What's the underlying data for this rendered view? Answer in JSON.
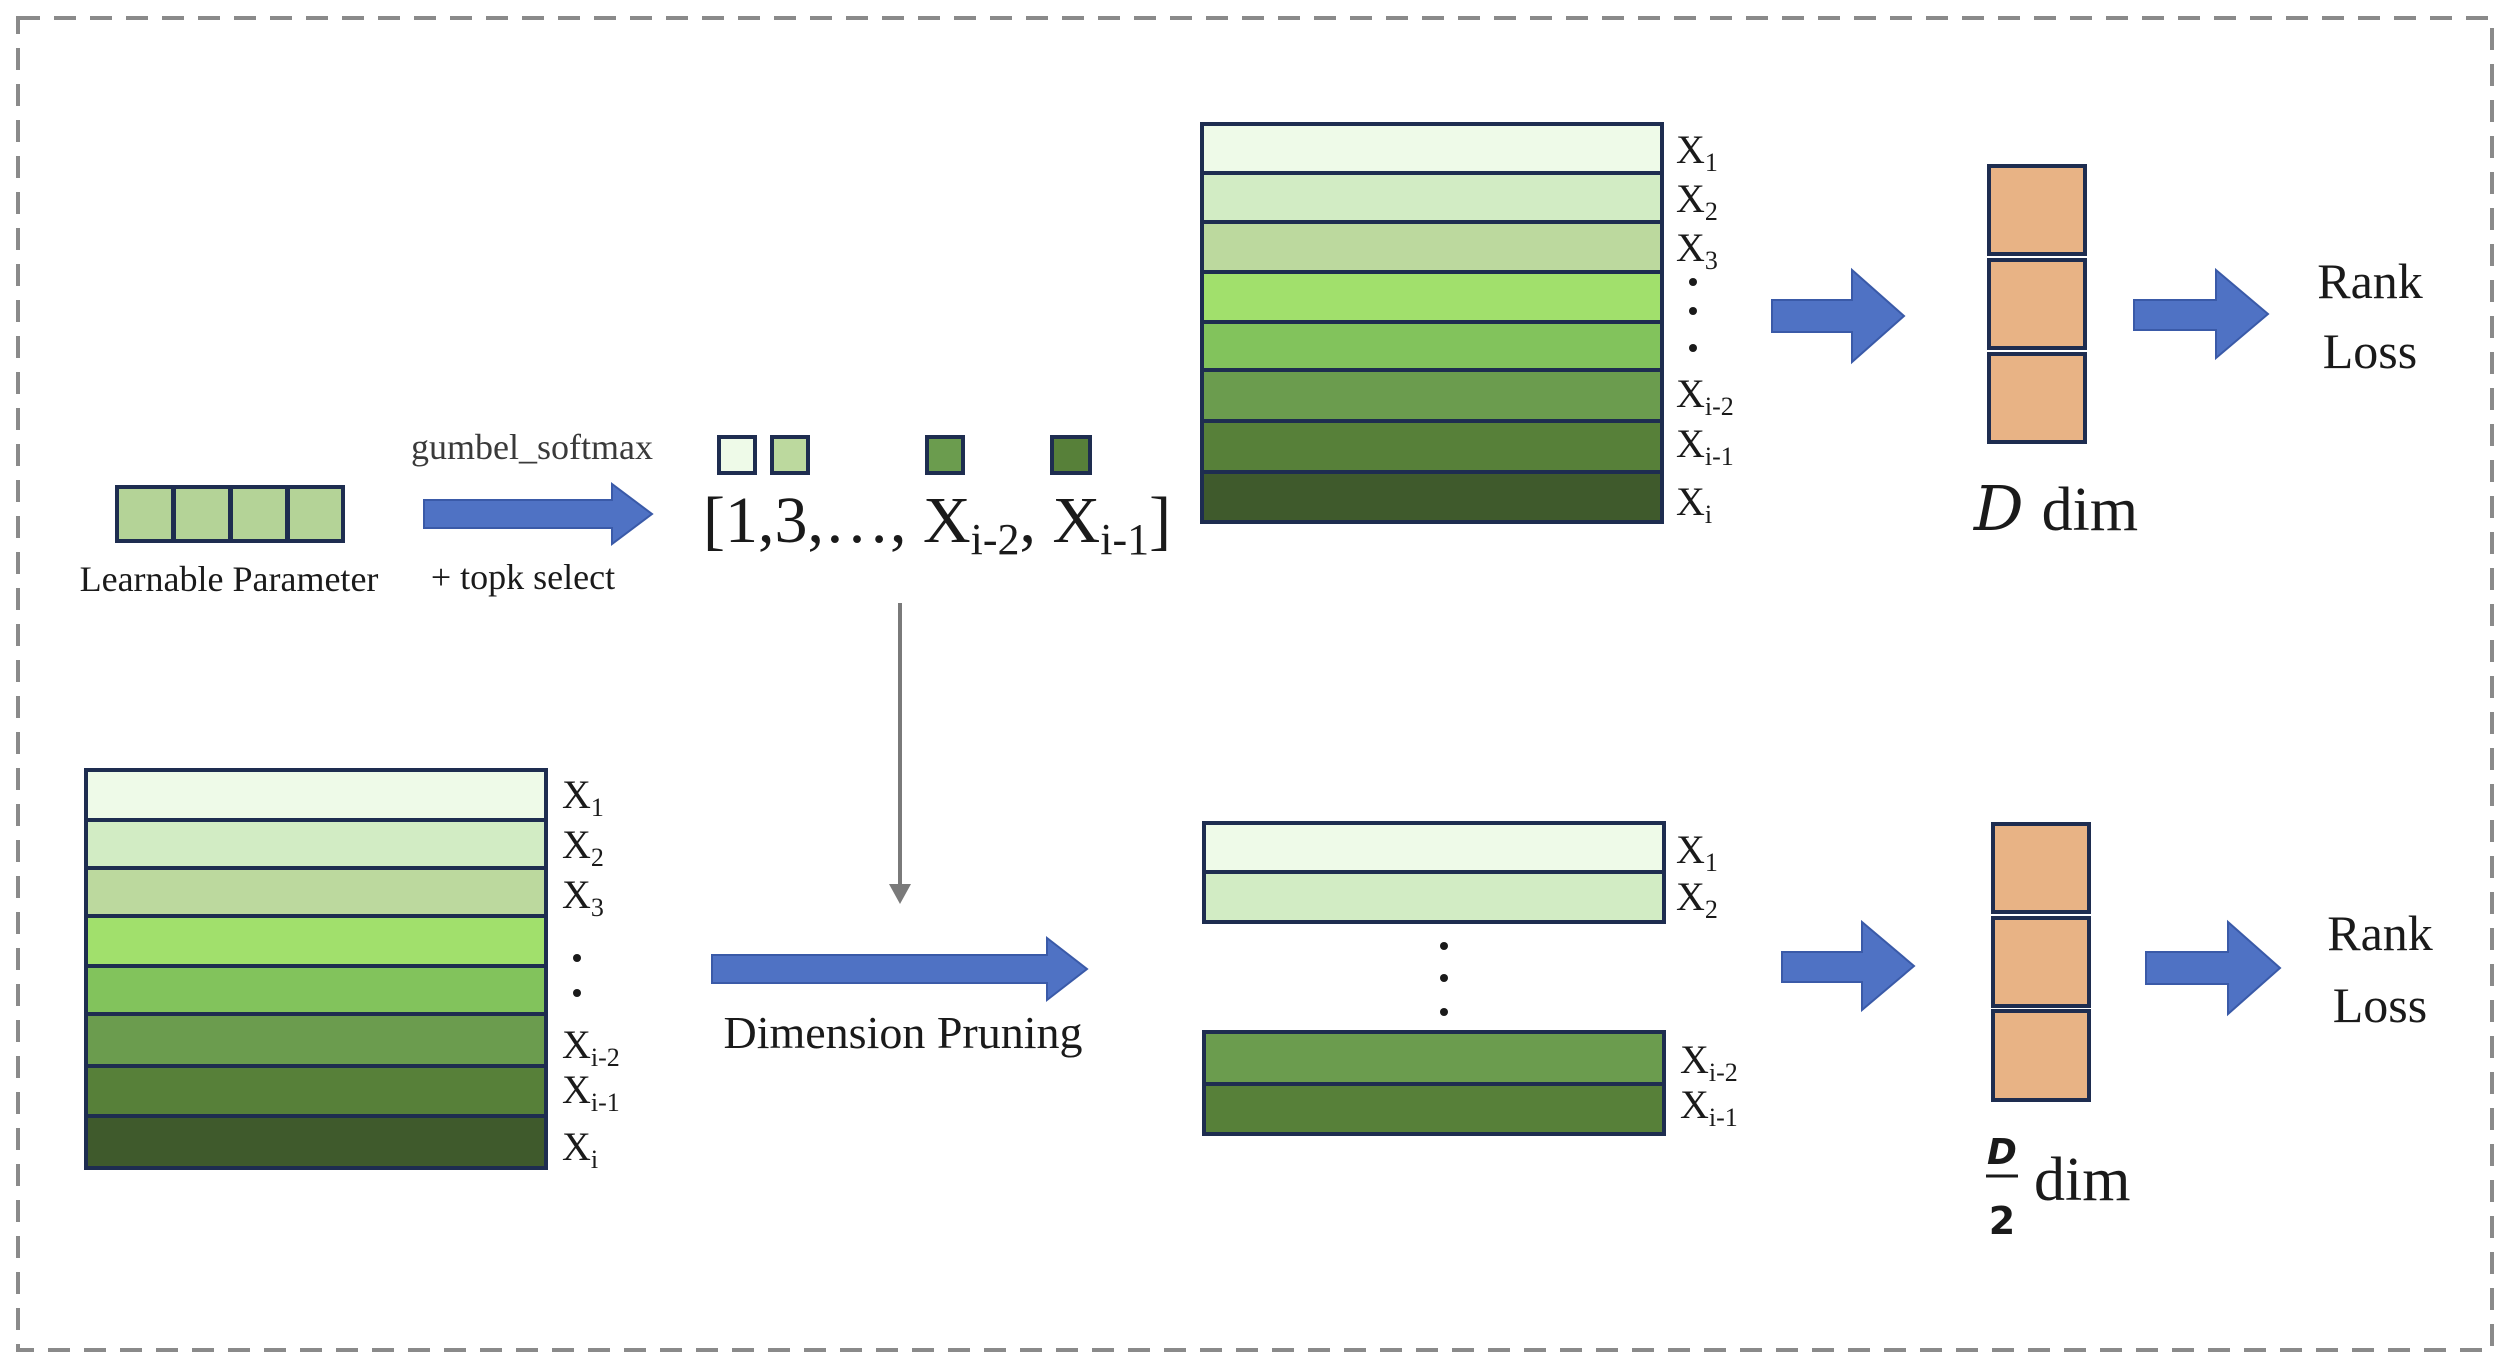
{
  "colors": {
    "green_1": "#eefae8",
    "green_2": "#d2ecc4",
    "green_3": "#bcd99e",
    "green_4": "#a1e06c",
    "green_5": "#82c35c",
    "green_6": "#6b9c4e",
    "green_7": "#578039",
    "green_8": "#3f5a2c",
    "param": "#b4d397",
    "orange": "#e8b385",
    "arrow_blue": "#4f72c4",
    "border_navy": "#1e2d50",
    "frame_gray": "#8a8a8a"
  },
  "learnable_parameter": {
    "label": "Learnable Parameter"
  },
  "select_arrow": {
    "top_label": "gumbel_softmax",
    "bottom_label": "+ topk select"
  },
  "index_list": {
    "open": "[1,3,…, ",
    "x_a": "X",
    "x_a_sub": "i-2",
    "comma": ", ",
    "x_b": "X",
    "x_b_sub": "i-1",
    "close": "]"
  },
  "full_stack_labels": {
    "r1": "X",
    "r1_sub": "1",
    "r2": "X",
    "r2_sub": "2",
    "r3": "X",
    "r3_sub": "3",
    "r6": "X",
    "r6_sub": "i-2",
    "r7": "X",
    "r7_sub": "i-1",
    "r8": "X",
    "r8_sub": "i"
  },
  "pruned_stack_labels": {
    "r1": "X",
    "r1_sub": "1",
    "r2": "X",
    "r2_sub": "2",
    "r3": "X",
    "r3_sub": "i-2",
    "r4": "X",
    "r4_sub": "i-1"
  },
  "dimension_pruning": {
    "label": "Dimension Pruning"
  },
  "top_output": {
    "dim_var": "D",
    "dim_word": "dim",
    "loss_line1": "Rank",
    "loss_line2": "Loss"
  },
  "bottom_output": {
    "frac_num": "D",
    "frac_den": "2",
    "dim_word": "dim",
    "loss_line1": "Rank",
    "loss_line2": "Loss"
  }
}
